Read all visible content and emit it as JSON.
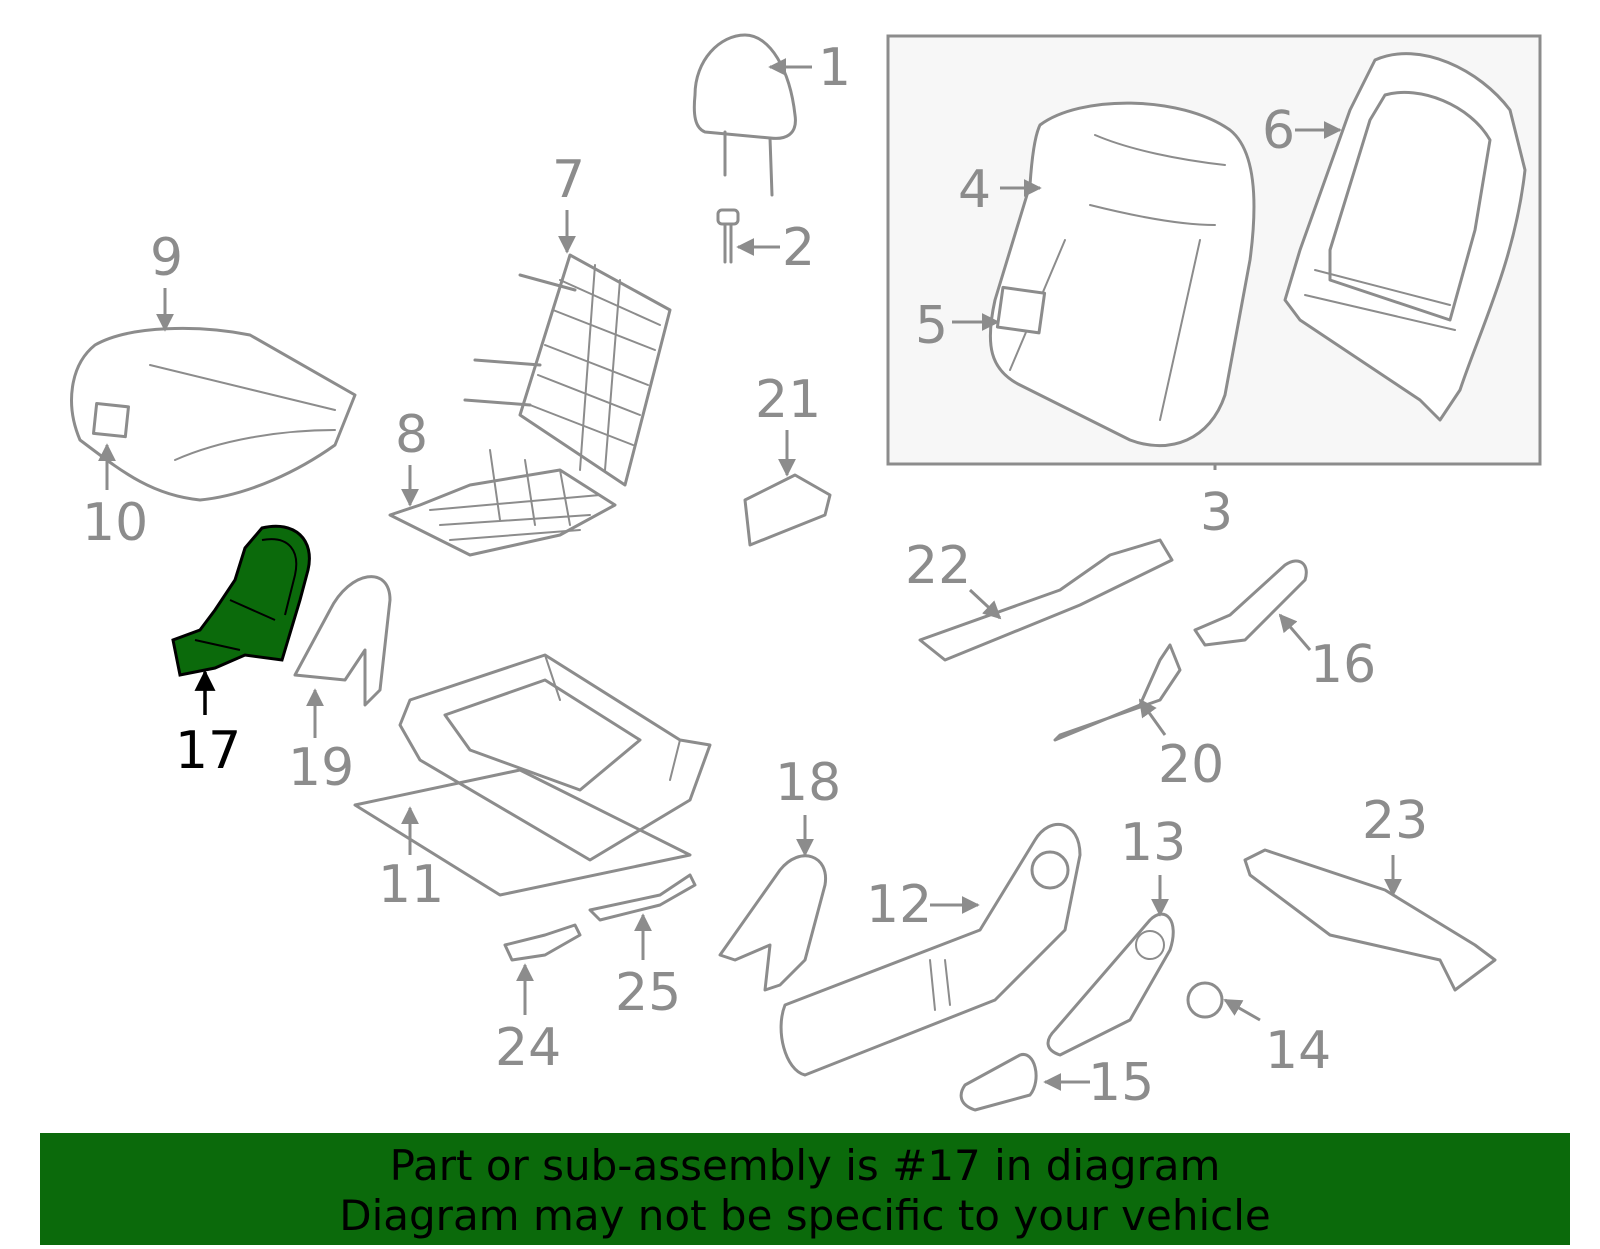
{
  "diagram": {
    "highlight_color": "#0b6a0b",
    "line_color": "#8c8c8c",
    "highlighted_part": "17",
    "callouts": [
      "1",
      "2",
      "3",
      "4",
      "5",
      "6",
      "7",
      "8",
      "9",
      "10",
      "11",
      "12",
      "13",
      "14",
      "15",
      "16",
      "17",
      "18",
      "19",
      "20",
      "21",
      "22",
      "23",
      "24",
      "25"
    ]
  },
  "banner": {
    "line1": "Part or sub-assembly is #17 in diagram",
    "line2": "Diagram may not be specific to your vehicle",
    "background": "#0b6a0b"
  }
}
